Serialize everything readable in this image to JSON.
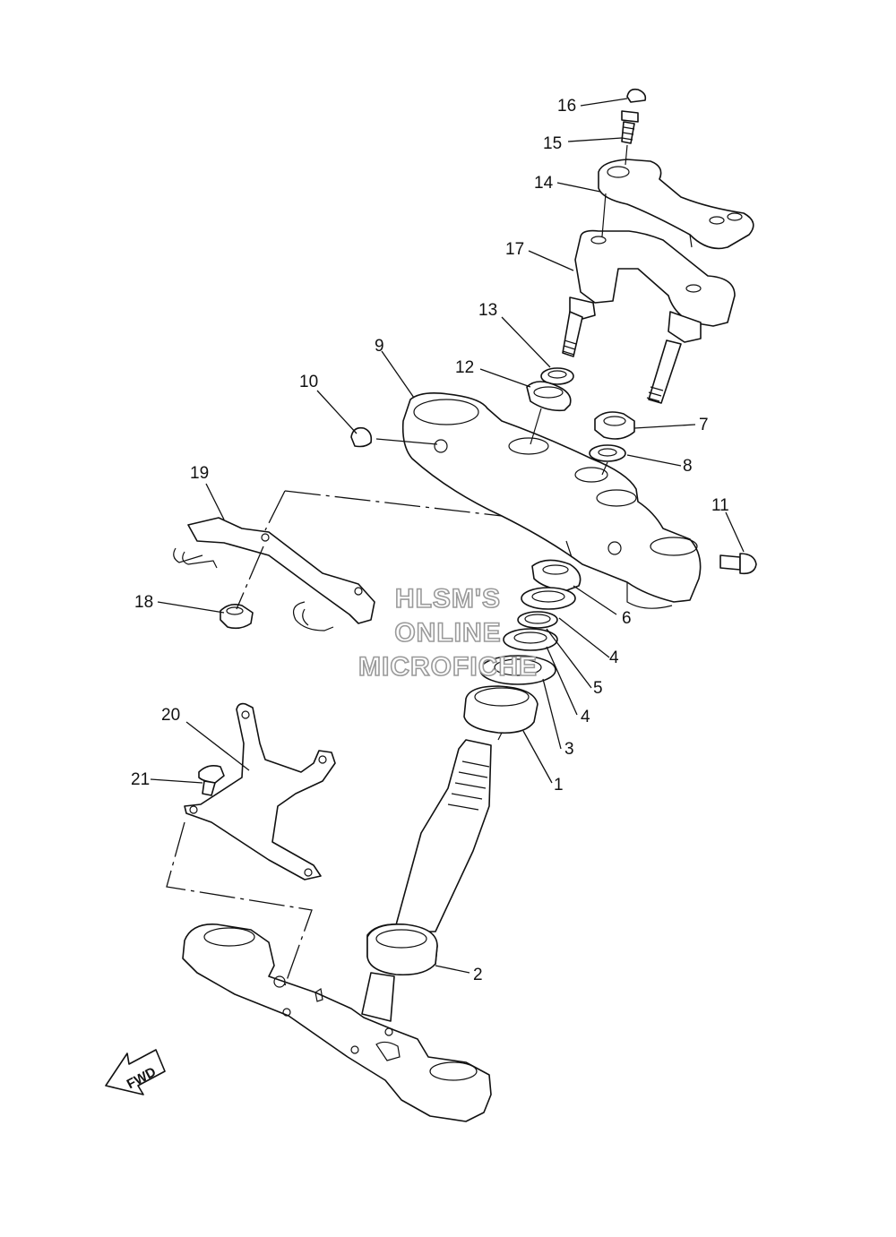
{
  "watermark": {
    "line1": "HLSM'S",
    "line2": "ONLINE",
    "line3": "MICROFICHE"
  },
  "direction_badge": "FWD",
  "part_numbers": [
    "1",
    "2",
    "3",
    "4",
    "4",
    "5",
    "6",
    "7",
    "8",
    "9",
    "10",
    "11",
    "12",
    "13",
    "14",
    "15",
    "16",
    "17",
    "18",
    "19",
    "20",
    "21"
  ],
  "icons": {
    "forward_arrow": "arrow-fwd-icon"
  }
}
